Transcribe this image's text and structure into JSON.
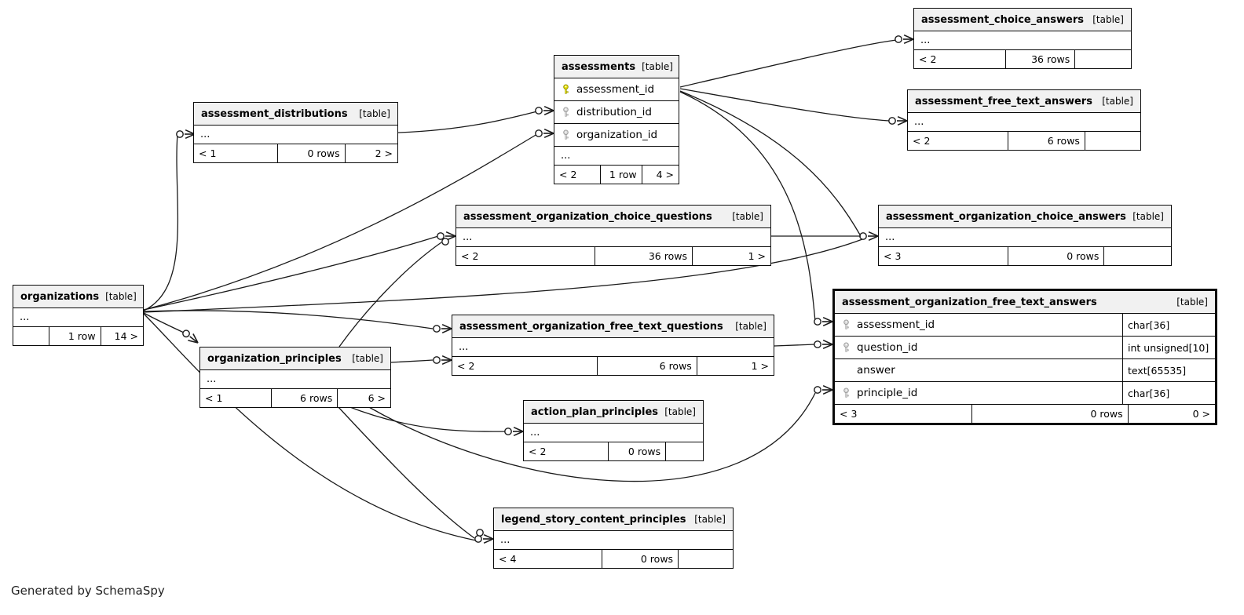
{
  "diagram": {
    "footer_note": "Generated by SchemaSpy",
    "collapsed_marker": "...",
    "colors": {
      "primary_key": "#e8e000",
      "primary_key_outline": "#8f8f00",
      "foreign_key": "#d6d6d6",
      "foreign_key_outline": "#9a9a9a",
      "header_bg": "#f1f1f1",
      "line": "#1a1a1a"
    },
    "tables": [
      {
        "id": "assessment_choice_answers",
        "name": "assessment_choice_answers",
        "tag": "[table]",
        "columns": [],
        "has_dots": true,
        "footer": {
          "left": "< 2",
          "center": "36 rows",
          "right": ""
        }
      },
      {
        "id": "assessment_free_text_answers",
        "name": "assessment_free_text_answers",
        "tag": "[table]",
        "columns": [],
        "has_dots": true,
        "footer": {
          "left": "< 2",
          "center": "6 rows",
          "right": ""
        }
      },
      {
        "id": "assessments",
        "name": "assessments",
        "tag": "[table]",
        "columns": [
          {
            "label": "assessment_id",
            "key": "primary"
          },
          {
            "label": "distribution_id",
            "key": "foreign"
          },
          {
            "label": "organization_id",
            "key": "foreign"
          }
        ],
        "has_dots": true,
        "footer": {
          "left": "< 2",
          "center": "1 row",
          "right": "4 >"
        }
      },
      {
        "id": "assessment_distributions",
        "name": "assessment_distributions",
        "tag": "[table]",
        "columns": [],
        "has_dots": true,
        "footer": {
          "left": "< 1",
          "center": "0 rows",
          "right": "2 >"
        }
      },
      {
        "id": "organizations",
        "name": "organizations",
        "tag": "[table]",
        "columns": [],
        "has_dots": true,
        "footer": {
          "left": "",
          "center": "1 row",
          "right": "14 >"
        }
      },
      {
        "id": "assessment_organization_choice_questions",
        "name": "assessment_organization_choice_questions",
        "tag": "[table]",
        "columns": [],
        "has_dots": true,
        "footer": {
          "left": "< 2",
          "center": "36 rows",
          "right": "1 >"
        }
      },
      {
        "id": "assessment_organization_choice_answers",
        "name": "assessment_organization_choice_answers",
        "tag": "[table]",
        "columns": [],
        "has_dots": true,
        "footer": {
          "left": "< 3",
          "center": "0 rows",
          "right": ""
        }
      },
      {
        "id": "assessment_organization_free_text_answers",
        "name": "assessment_organization_free_text_answers",
        "tag": "[table]",
        "columns": [
          {
            "label": "assessment_id",
            "key": "foreign",
            "type": "char[36]"
          },
          {
            "label": "question_id",
            "key": "foreign",
            "type": "int unsigned[10]"
          },
          {
            "label": "answer",
            "key": null,
            "type": "text[65535]"
          },
          {
            "label": "principle_id",
            "key": "foreign",
            "type": "char[36]"
          }
        ],
        "has_dots": false,
        "footer": {
          "left": "< 3",
          "center": "0 rows",
          "right": "0 >"
        }
      },
      {
        "id": "organization_principles",
        "name": "organization_principles",
        "tag": "[table]",
        "columns": [],
        "has_dots": true,
        "footer": {
          "left": "< 1",
          "center": "6 rows",
          "right": "6 >"
        }
      },
      {
        "id": "assessment_organization_free_text_questions",
        "name": "assessment_organization_free_text_questions",
        "tag": "[table]",
        "columns": [],
        "has_dots": true,
        "footer": {
          "left": "< 2",
          "center": "6 rows",
          "right": "1 >"
        }
      },
      {
        "id": "action_plan_principles",
        "name": "action_plan_principles",
        "tag": "[table]",
        "columns": [],
        "has_dots": true,
        "footer": {
          "left": "< 2",
          "center": "0 rows",
          "right": ""
        }
      },
      {
        "id": "legend_story_content_principles",
        "name": "legend_story_content_principles",
        "tag": "[table]",
        "columns": [],
        "has_dots": true,
        "footer": {
          "left": "< 4",
          "center": "0 rows",
          "right": ""
        }
      }
    ],
    "relationships": [
      {
        "from": "organizations",
        "to": "assessment_distributions"
      },
      {
        "from": "organizations",
        "to": "assessments"
      },
      {
        "from": "assessment_distributions",
        "to": "assessments"
      },
      {
        "from": "assessments",
        "to": "assessment_choice_answers"
      },
      {
        "from": "assessments",
        "to": "assessment_free_text_answers"
      },
      {
        "from": "assessments",
        "to": "assessment_organization_choice_answers"
      },
      {
        "from": "assessments",
        "to": "assessment_organization_free_text_answers"
      },
      {
        "from": "assessment_organization_choice_questions",
        "to": "assessment_organization_choice_answers"
      },
      {
        "from": "organizations",
        "to": "assessment_organization_choice_questions"
      },
      {
        "from": "organization_principles",
        "to": "assessment_organization_choice_questions"
      },
      {
        "from": "organizations",
        "to": "assessment_organization_choice_answers"
      },
      {
        "from": "organizations",
        "to": "assessment_organization_free_text_questions"
      },
      {
        "from": "organization_principles",
        "to": "assessment_organization_free_text_questions"
      },
      {
        "from": "assessment_organization_free_text_questions",
        "to": "assessment_organization_free_text_answers"
      },
      {
        "from": "organization_principles",
        "to": "assessment_organization_free_text_answers"
      },
      {
        "from": "organizations",
        "to": "organization_principles"
      },
      {
        "from": "organization_principles",
        "to": "action_plan_principles"
      },
      {
        "from": "organization_principles",
        "to": "legend_story_content_principles"
      },
      {
        "from": "organizations",
        "to": "legend_story_content_principles"
      }
    ]
  }
}
